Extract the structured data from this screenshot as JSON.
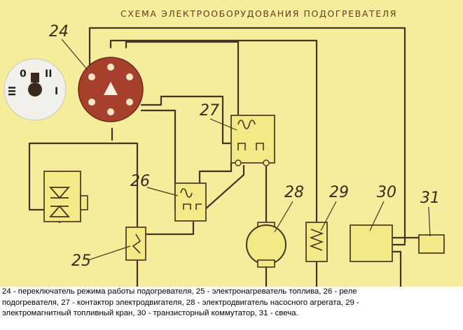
{
  "diagram": {
    "title": "СХЕМА ЭЛЕКТРООБОРУДОВАНИЯ ПОДОГРЕВАТЕЛЯ",
    "switch_dial": {
      "positions": [
        "0",
        "II",
        "III",
        "I"
      ]
    },
    "labels": {
      "c24": "24",
      "c25": "25",
      "c26": "26",
      "c27": "27",
      "c28": "28",
      "c29": "29",
      "c30": "30",
      "c31": "31"
    },
    "colors": {
      "background": "#f3ed9c",
      "wire": "#4a3220",
      "switch_body": "#a6402c",
      "component_fill": "#f1ea86"
    }
  },
  "caption": {
    "line1": "24 - переключатель режима работы подогревателя, 25 - электронагреватель топлива, 26 - реле",
    "line2": "подогревателя, 27 - контактор электродвигателя, 28 - электродвигатель насосного агрегата, 29 -",
    "line3": "электромагнитный топливный кран, 30 - транзисторный коммутатор, 31 - свеча."
  }
}
